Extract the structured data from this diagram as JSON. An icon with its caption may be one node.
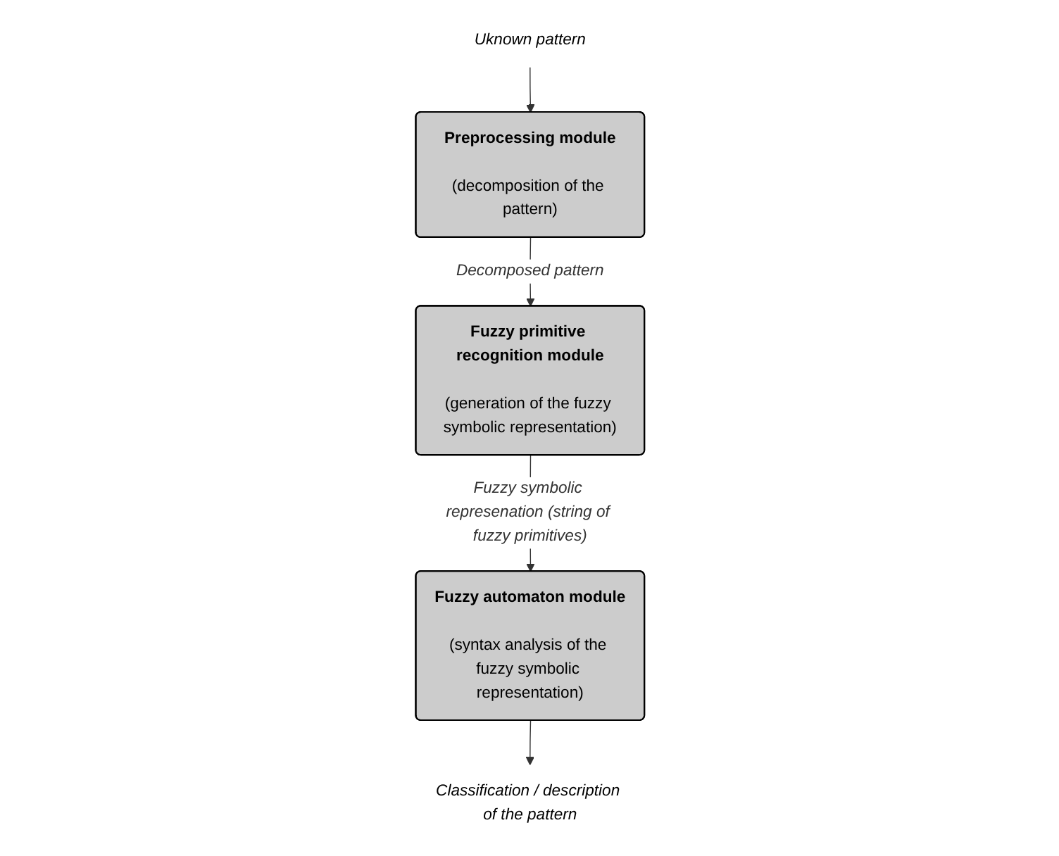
{
  "diagram": {
    "nodes": [
      {
        "text": [
          "Uknown pattern"
        ]
      },
      {
        "text": [
          "Preprocessing module",
          "(decomposition of the pattern)"
        ]
      },
      {
        "text": [
          "Fuzzy primitive recognition module",
          "(generation of the fuzzy symbolic representation)"
        ]
      },
      {
        "text": [
          "Fuzzy automaton module",
          "(syntax analysis of the fuzzy symbolic representation)"
        ]
      },
      {
        "text": [
          "Classification / description of the pattern"
        ]
      }
    ],
    "edges": [
      {
        "from": 0,
        "to": 1,
        "arrow": "to"
      },
      {
        "from": 1,
        "to": 2,
        "arrow": "to",
        "label": "Decomposed pattern"
      },
      {
        "from": 2,
        "to": 3,
        "arrow": "to",
        "label": "Fuzzy symbolic represenation (string of fuzzy primitives)"
      },
      {
        "from": 3,
        "to": 4,
        "arrow": "to"
      }
    ]
  }
}
